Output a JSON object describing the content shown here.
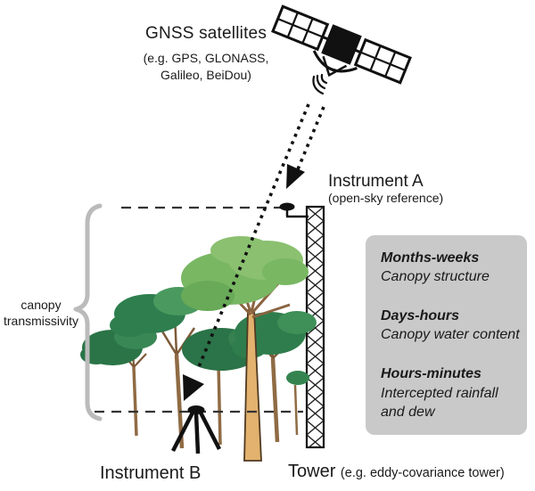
{
  "gnss": {
    "title": "GNSS satellites",
    "subtitle_line1": "(e.g. GPS, GLONASS,",
    "subtitle_line2": "Galileo, BeiDou)"
  },
  "instrument_a": {
    "title": "Instrument A",
    "subtitle": "(open-sky reference)"
  },
  "instrument_b": {
    "title": "Instrument B"
  },
  "tower": {
    "title": "Tower",
    "subtitle": "(e.g. eddy-covariance tower)"
  },
  "canopy_transmissivity": {
    "line1": "canopy",
    "line2": "transmissivity"
  },
  "timescale_panel": {
    "items": [
      {
        "title": "Months-weeks",
        "description": "Canopy structure"
      },
      {
        "title": "Days-hours",
        "description": "Canopy water content"
      },
      {
        "title": "Hours-minutes",
        "description": "Intercepted rainfall and dew"
      }
    ]
  },
  "colors": {
    "panel_bg": "#c9c9c9",
    "brace_gray": "#bbbbbb",
    "canopy_dark_green": "#2b7348",
    "canopy_light_green": "#79b763",
    "trunk_tan": "#e2b26e",
    "line_black": "#111111"
  }
}
